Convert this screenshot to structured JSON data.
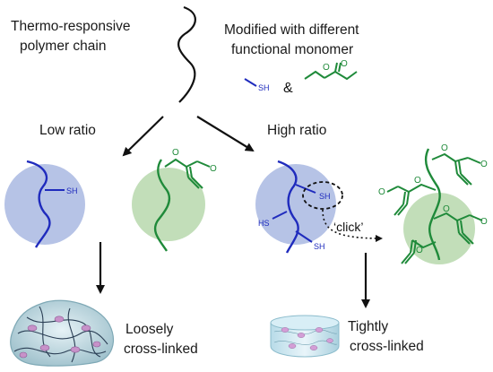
{
  "texts": {
    "thermo_line1": "Thermo-responsive",
    "thermo_line2": "polymer chain",
    "modified_line1": "Modified with different",
    "modified_line2": "functional monomer",
    "sh_legend": "SH",
    "ampersand": "&",
    "low_ratio": "Low ratio",
    "high_ratio": "High ratio",
    "sh_low": "SH",
    "sh_high_top": "SH",
    "hs_high_left": "HS",
    "sh_high_bottom": "SH",
    "click_label": "‘click’",
    "loosely_line1": "Loosely",
    "loosely_line2": "cross-linked",
    "tightly_line1": "Tightly",
    "tightly_line2": "cross-linked"
  },
  "colors": {
    "polymer_chain": "#111111",
    "thiol_chain": "#1f2bbd",
    "acrylate_chain": "#1f8a3a",
    "thiol_bubble": "#a9b8e2",
    "acrylate_bubble": "#bfdcb5",
    "arrow": "#111111"
  }
}
